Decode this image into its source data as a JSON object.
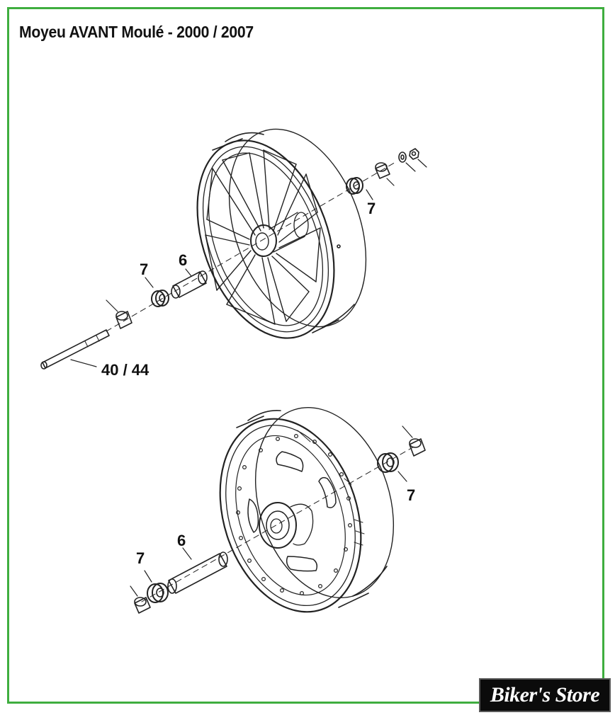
{
  "title": "Moyeu AVANT Moulé - 2000 / 2007",
  "frame_color": "#3fae3f",
  "upper_wheel": {
    "labels": {
      "bearing_right": "7",
      "bearing_left": "7",
      "spacer": "6",
      "axle": "40 / 44"
    }
  },
  "lower_wheel": {
    "labels": {
      "bearing_right": "7",
      "bearing_left": "7",
      "spacer": "6"
    }
  },
  "watermark": "Biker's Store"
}
